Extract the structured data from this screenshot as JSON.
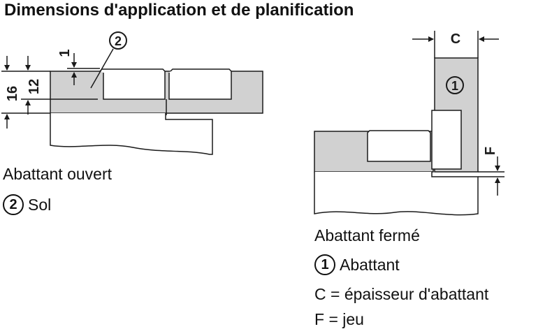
{
  "title": "Dimensions d'application et de planification",
  "left_figure": {
    "dims": {
      "d16": "16",
      "d12": "12",
      "d1": "1"
    },
    "callout_num": "2",
    "caption": "Abattant ouvert",
    "legend_num": "2",
    "legend_text": "Sol"
  },
  "right_figure": {
    "dims": {
      "c": "C",
      "f": "F"
    },
    "callout_num": "1",
    "caption": "Abattant fermé",
    "legend_num": "1",
    "legend_text": "Abattant",
    "note_c": "C = épaisseur d'abattant",
    "note_f": "F = jeu"
  },
  "colors": {
    "panel": "#d1d1d1",
    "stroke": "#1a1a1a",
    "background": "#ffffff"
  }
}
